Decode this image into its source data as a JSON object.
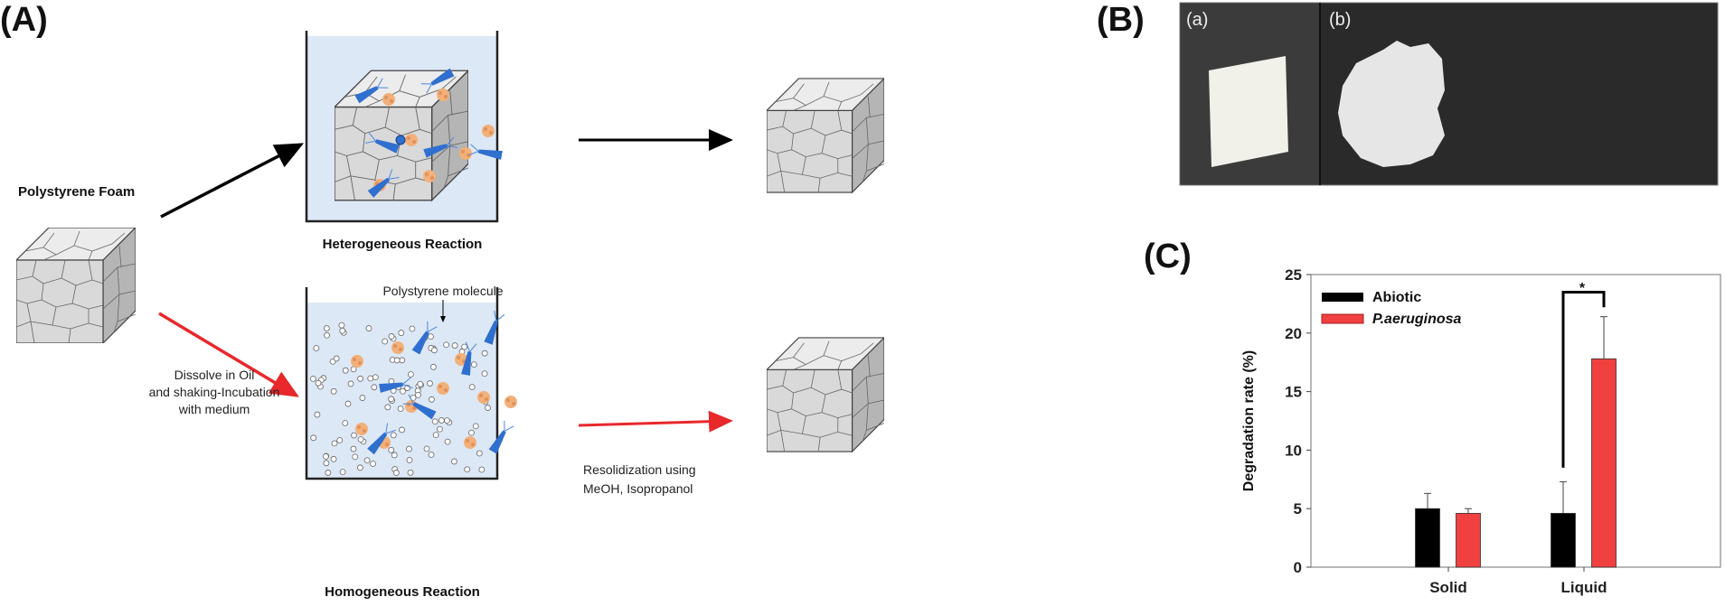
{
  "panels": {
    "a": "(A)",
    "b": "(B)",
    "c": "(C)"
  },
  "diagram": {
    "start_label": "Polystyrene Foam",
    "hetero_label": "Heterogeneous Reaction",
    "homo_label": "Homogeneous Reaction",
    "molecule_label": "Polystyrene molecule",
    "dissolve_lines": [
      "Dissolve in Oil",
      "and shaking-Incubation",
      "with medium"
    ],
    "resolid_lines": [
      "Resolidization using",
      "MeOH, Isopropanol"
    ],
    "colors": {
      "black_arrow": "#000000",
      "red_arrow": "#e8282b",
      "liquid": "#dce8f5",
      "bacteria": "#2f6fcf",
      "particle": "#f2b07a"
    }
  },
  "photos": {
    "a_label": "(a)",
    "b_label": "(b)"
  },
  "chart_data": {
    "type": "bar",
    "title": "",
    "xlabel": "",
    "ylabel": "Degradation rate (%)",
    "ylim": [
      0,
      25
    ],
    "yticks": [
      "0",
      "5",
      "10",
      "15",
      "20",
      "25"
    ],
    "categories": [
      "Solid",
      "Liquid"
    ],
    "series": [
      {
        "name": "Abiotic",
        "color": "#000000",
        "values": [
          5.0,
          4.6
        ],
        "errors": [
          1.3,
          2.7
        ]
      },
      {
        "name": "P.aeruginosa",
        "color": "#f04040",
        "values": [
          4.6,
          17.8
        ],
        "errors": [
          0.4,
          3.6
        ]
      }
    ],
    "legend_position": "top-left",
    "annotation": "*",
    "grid": false
  }
}
